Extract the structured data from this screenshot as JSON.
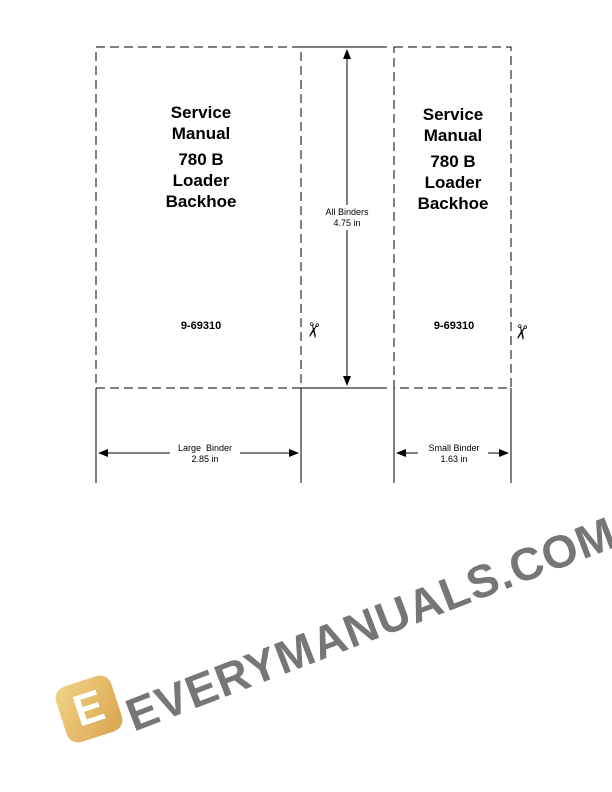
{
  "large_binder_label": {
    "title_line1": "Service",
    "title_line2": "Manual",
    "model": "780 B",
    "line4": "Loader",
    "line5": "Backhoe",
    "part_number": "9-69310"
  },
  "small_binder_label": {
    "title_line1": "Service",
    "title_line2": "Manual",
    "model": "780 B",
    "line4": "Loader",
    "line5": "Backhoe",
    "part_number": "9-69310"
  },
  "dimensions": {
    "all_binders": {
      "label": "All Binders",
      "value": "4.75 in"
    },
    "large_binder": {
      "label": "Large  Binder",
      "value": "2.85 in"
    },
    "small_binder": {
      "label": "Small Binder",
      "value": "1.63 in"
    }
  },
  "watermark": {
    "text": "EVERYMANUALS.COM",
    "logo_letter": "E"
  },
  "icons": {
    "cut": "scissors-icon"
  }
}
